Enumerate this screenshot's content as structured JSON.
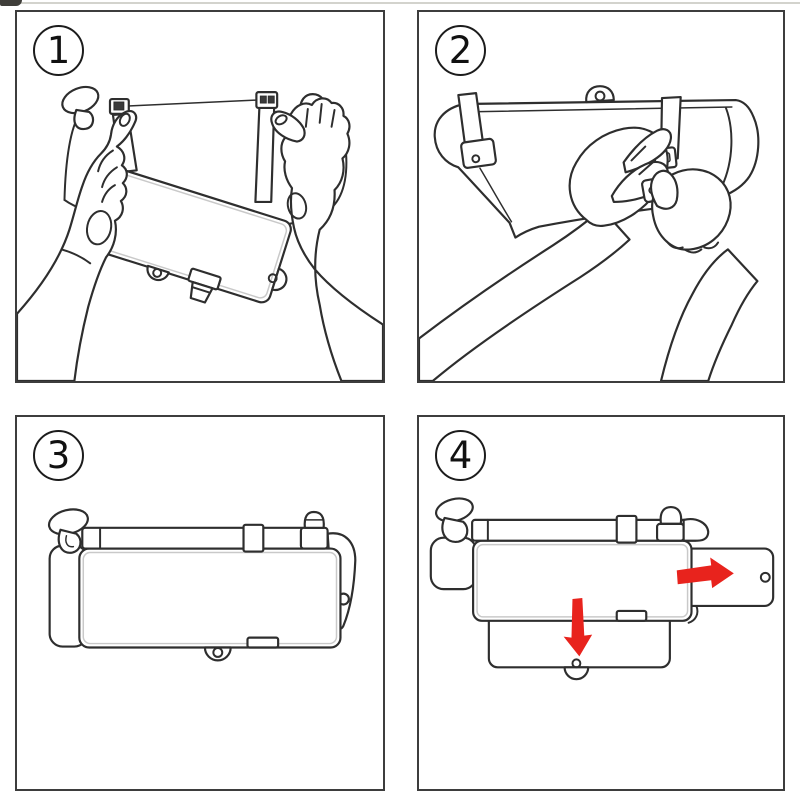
{
  "page": {
    "background_color": "#ffffff",
    "frame_color": "#3d3d3d",
    "top_artifact_bar_color": "#d3d3cd",
    "top_artifact_smudge_color": "#3f3e3a"
  },
  "diagram": {
    "type": "instruction-steps",
    "line_color": "#2e2e2e",
    "inner_edge_color": "#c9c9c9",
    "accent_color": "#e8231d",
    "steps": [
      {
        "number": "1",
        "illustration": "hands-clip-strap-buckles-above-sun-visor"
      },
      {
        "number": "2",
        "illustration": "hands-fasten-buckle-around-sun-visor"
      },
      {
        "number": "3",
        "illustration": "organizer-panel-mounted-on-sun-visor"
      },
      {
        "number": "4",
        "illustration": "extender-panels-slide-out-right-and-down"
      }
    ]
  }
}
